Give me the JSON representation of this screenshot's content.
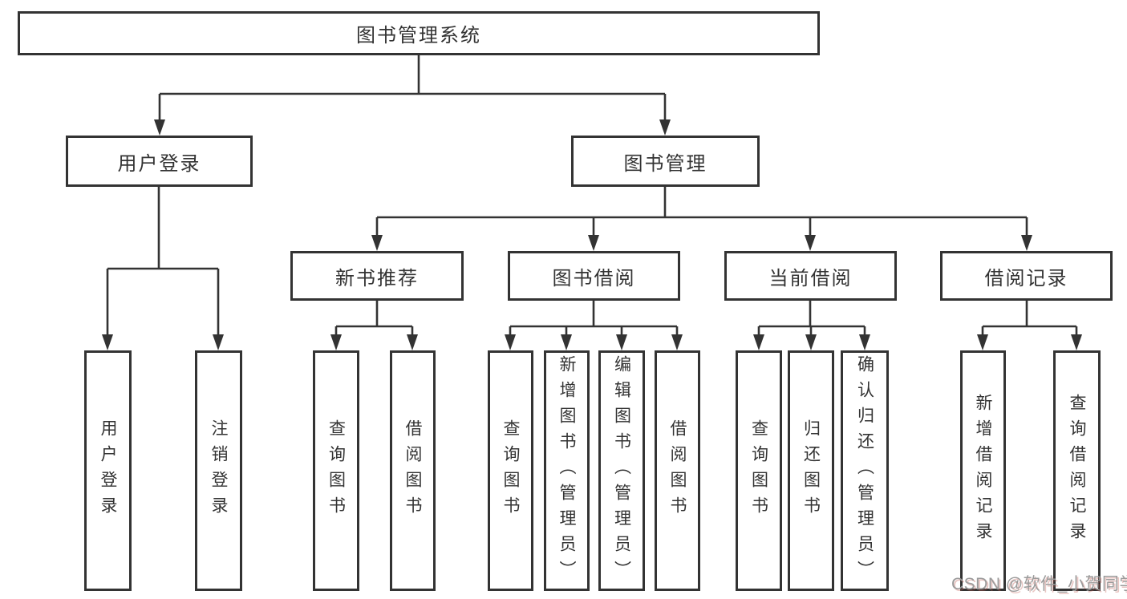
{
  "nodes": {
    "root": "图书管理系统",
    "level2": {
      "user_login": "用户登录",
      "book_mgmt": "图书管理"
    },
    "level3": {
      "new_rec": "新书推荐",
      "borrow": "图书借阅",
      "current": "当前借阅",
      "record": "借阅记录"
    },
    "leaves": {
      "login_user": "用户登录",
      "login_logout": "注销登录",
      "rec_query": "查询图书",
      "rec_borrow": "借阅图书",
      "bor_query": "查询图书",
      "bor_add": "新增图书（管理员）",
      "bor_edit": "编辑图书（管理员）",
      "bor_borrow": "借阅图书",
      "cur_query": "查询图书",
      "cur_return": "归还图书",
      "cur_confirm": "确认归还（管理员）",
      "rcd_add": "新增借阅记录",
      "rcd_query": "查询借阅记录"
    }
  },
  "watermark": {
    "text": "CSDN @软件_小贺同学"
  },
  "colors": {
    "line": "#333333",
    "text": "#333333",
    "background": "#ffffff",
    "watermark": "#9b9b9b"
  }
}
